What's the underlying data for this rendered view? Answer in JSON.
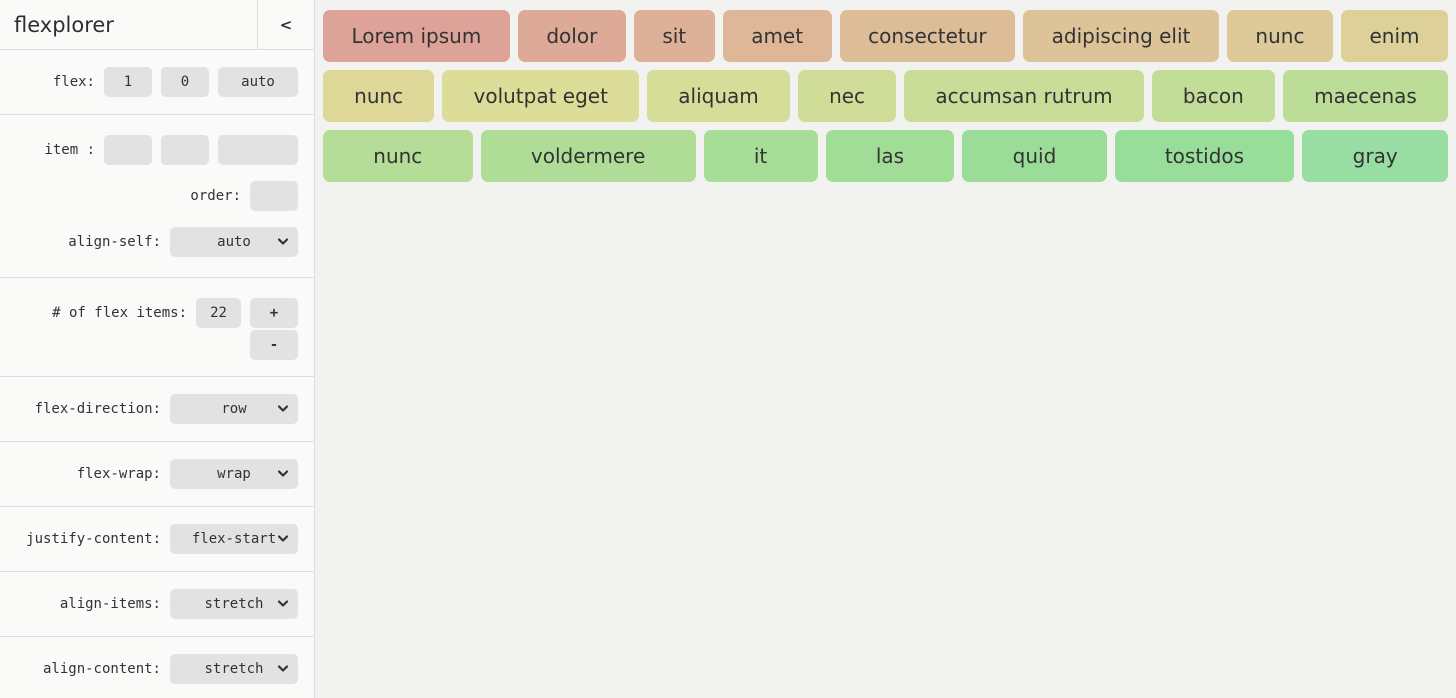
{
  "sidebar": {
    "title": "flexplorer",
    "collapse_label": "<",
    "flex_row": {
      "label": "flex:",
      "values": [
        "1",
        "0",
        "auto"
      ]
    },
    "item_row": {
      "label": "item :",
      "values": [
        "",
        "",
        ""
      ]
    },
    "order_row": {
      "label": "order:",
      "value": ""
    },
    "align_self": {
      "label": "align-self:",
      "value": "auto"
    },
    "count_row": {
      "label": "# of flex items:",
      "value": "22",
      "increment_label": "+",
      "decrement_label": "-"
    },
    "selects": [
      {
        "label": "flex-direction:",
        "value": "row"
      },
      {
        "label": "flex-wrap:",
        "value": "wrap"
      },
      {
        "label": "justify-content:",
        "value": "flex-start"
      },
      {
        "label": "align-items:",
        "value": "stretch"
      },
      {
        "label": "align-content:",
        "value": "stretch"
      }
    ]
  },
  "canvas": {
    "rows": [
      [
        {
          "label": "Lorem ipsum",
          "color": "#dda398"
        },
        {
          "label": "dolor",
          "color": "#ddaa98"
        },
        {
          "label": "sit",
          "color": "#ddb098"
        },
        {
          "label": "amet",
          "color": "#ddb798"
        },
        {
          "label": "consectetur",
          "color": "#ddbd98"
        },
        {
          "label": "adipiscing elit",
          "color": "#ddc398"
        },
        {
          "label": "nunc",
          "color": "#ddca98"
        },
        {
          "label": "enim",
          "color": "#ddd098"
        }
      ],
      [
        {
          "label": "nunc",
          "color": "#ddd798"
        },
        {
          "label": "volutpat eget",
          "color": "#dcdd98"
        },
        {
          "label": "aliquam",
          "color": "#d5dd98"
        },
        {
          "label": "nec",
          "color": "#cfdd98"
        },
        {
          "label": "accumsan rutrum",
          "color": "#c9dd98"
        },
        {
          "label": "bacon",
          "color": "#c2dd98"
        },
        {
          "label": "maecenas",
          "color": "#bcdd98"
        }
      ],
      [
        {
          "label": "nunc",
          "color": "#b5dd98"
        },
        {
          "label": "voldermere",
          "color": "#afdd98"
        },
        {
          "label": "it",
          "color": "#a8dd98"
        },
        {
          "label": "las",
          "color": "#a2dd98"
        },
        {
          "label": "quid",
          "color": "#9bdd98"
        },
        {
          "label": "tostidos",
          "color": "#98dd9a"
        },
        {
          "label": "gray",
          "color": "#98dda1"
        }
      ]
    ]
  }
}
